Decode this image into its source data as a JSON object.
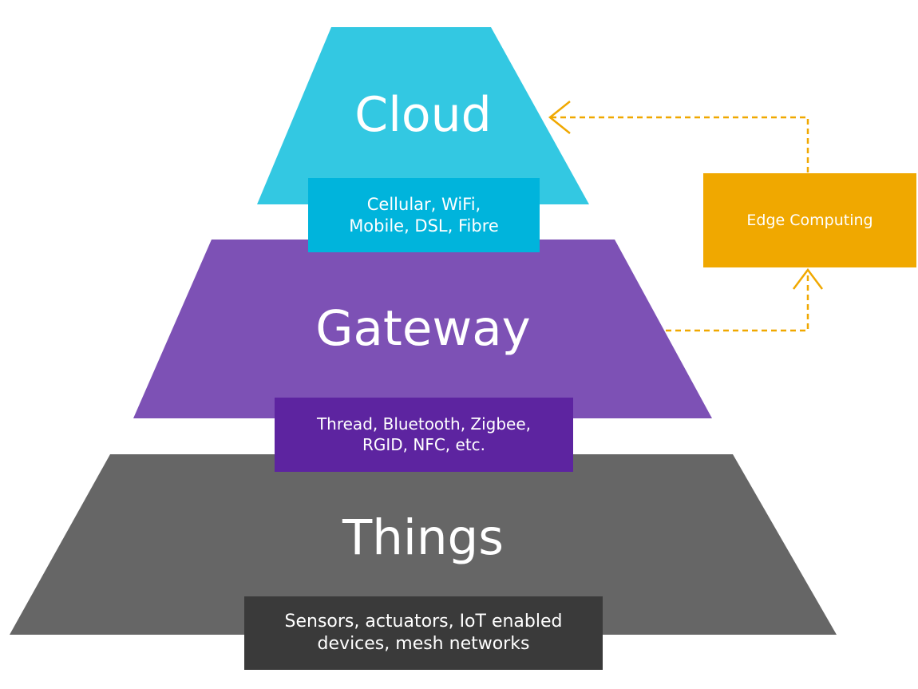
{
  "colors": {
    "cloud": "#33C8E2",
    "cloud_box": "#00B4DC",
    "gateway": "#7D51B5",
    "gateway_box": "#5D24A0",
    "things": "#666666",
    "things_box": "#3A3A3A",
    "edge": "#F0A800",
    "connector": "#F0A800",
    "text": "#FFFFFF"
  },
  "tiers": {
    "cloud": {
      "title": "Cloud",
      "protocols": {
        "line1": "Cellular, WiFi,",
        "line2": "Mobile, DSL, Fibre"
      }
    },
    "gateway": {
      "title": "Gateway",
      "protocols": {
        "line1": "Thread, Bluetooth, Zigbee,",
        "line2": "RGID, NFC, etc."
      }
    },
    "things": {
      "title": "Things",
      "protocols": {
        "line1": "Sensors, actuators, IoT enabled",
        "line2": "devices, mesh networks"
      }
    }
  },
  "edge": {
    "label": "Edge Computing"
  }
}
